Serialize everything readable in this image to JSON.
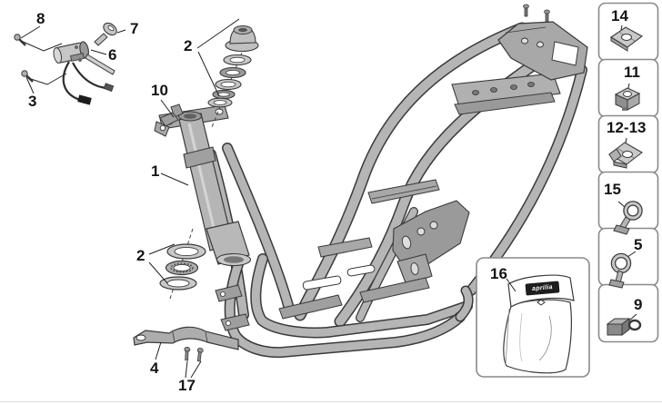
{
  "page": {
    "background": "#ffffff",
    "type_label": "exploded-parts-diagram"
  },
  "palette": {
    "outline": "#3a3a3a",
    "part_fill": "#b5b5b5",
    "part_fill_dark": "#8f8f8f",
    "part_fill_light": "#c9c9c9",
    "box_border": "#8a8a8a",
    "label_color": "#141414",
    "bag_label_bg": "#1d1d1d"
  },
  "main": {
    "callouts": [
      {
        "label": "8",
        "part": "screw"
      },
      {
        "label": "7",
        "part": "ignition-key"
      },
      {
        "label": "6",
        "part": "ignition-switch"
      },
      {
        "label": "3",
        "part": "screw"
      },
      {
        "label": "2",
        "part": "steering-bearing-stack-upper"
      },
      {
        "label": "10",
        "part": "cable-bracket"
      },
      {
        "label": "1",
        "part": "frame-steering-column"
      },
      {
        "label": "2",
        "part": "steering-bearing-stack-lower"
      },
      {
        "label": "4",
        "part": "floor-bracket"
      },
      {
        "label": "17",
        "part": "bracket-bolts"
      }
    ]
  },
  "sidebar": {
    "items": [
      {
        "label": "14",
        "icon": "speed-nut-icon"
      },
      {
        "label": "11",
        "icon": "cage-nut-icon"
      },
      {
        "label": "12-13",
        "icon": "clip-nut-icon"
      },
      {
        "label": "15",
        "icon": "pipe-clamp-icon"
      },
      {
        "label": "5",
        "icon": "hose-clamp-icon"
      },
      {
        "label": "9",
        "icon": "cable-guide-icon"
      }
    ]
  },
  "inset": {
    "label": "16",
    "bag_label": "aprilia"
  }
}
